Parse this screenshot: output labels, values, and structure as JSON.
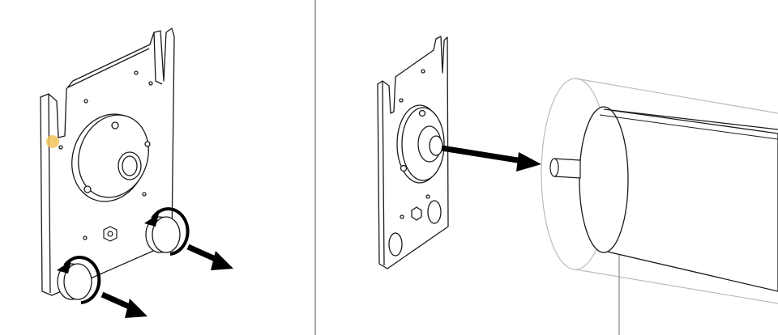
{
  "colors": {
    "background": "#ffffff",
    "line": "#1a1a1a",
    "arrow": "#000000",
    "divider": "#555555",
    "ghost_outline": "#bbbbbb",
    "highlight_dot": "#f4c35a"
  },
  "panels": [
    {
      "step": "left",
      "icons": [
        "mounting-plate",
        "rotate-arrow",
        "rotate-arrow",
        "pull-arrow",
        "pull-arrow"
      ]
    },
    {
      "step": "right",
      "icons": [
        "mounting-plate",
        "insert-arrow",
        "roller-tube"
      ]
    }
  ]
}
